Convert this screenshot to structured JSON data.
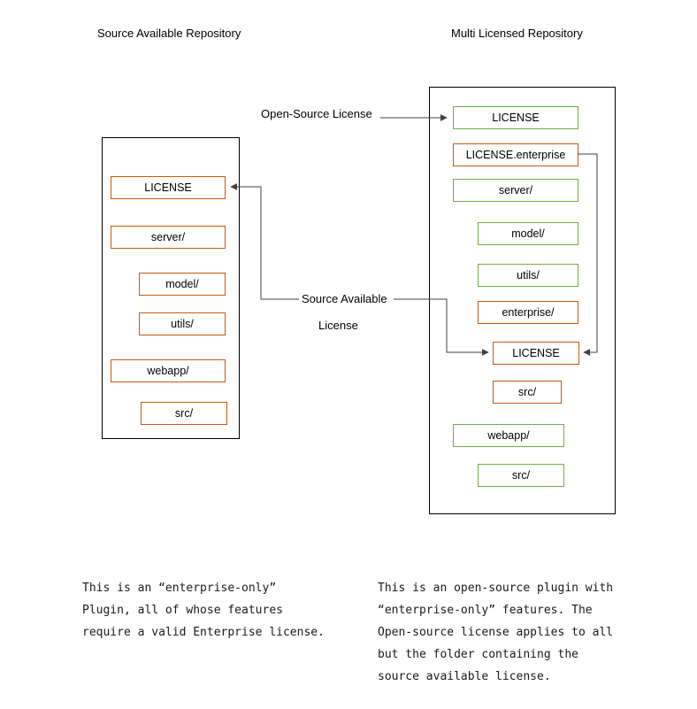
{
  "colors": {
    "orange": "#C55A11",
    "green": "#70AD47",
    "line": "#404040",
    "container": "#000000"
  },
  "left_repo": {
    "title": "Source Available Repository",
    "items": [
      {
        "label": "LICENSE"
      },
      {
        "label": "server/"
      },
      {
        "label": "model/"
      },
      {
        "label": "utils/"
      },
      {
        "label": "webapp/"
      },
      {
        "label": "src/"
      }
    ]
  },
  "right_repo": {
    "title": "Multi Licensed Repository",
    "items": [
      {
        "label": "LICENSE"
      },
      {
        "label": "LICENSE.enterprise"
      },
      {
        "label": "server/"
      },
      {
        "label": "model/"
      },
      {
        "label": "utils/"
      },
      {
        "label": "enterprise/"
      },
      {
        "label": "LICENSE"
      },
      {
        "label": "src/"
      },
      {
        "label": "webapp/"
      },
      {
        "label": "src/"
      }
    ]
  },
  "annotations": {
    "open_source_license": "Open-Source License",
    "source_available_line1": "Source Available",
    "source_available_line2": "License"
  },
  "captions": {
    "left": "This is an “enterprise-only”\nPlugin, all of whose features\nrequire a valid Enterprise license.",
    "right": "This is an open-source plugin with\n“enterprise-only” features. The\nOpen-source license applies to all\nbut the folder containing the\nsource available license."
  }
}
